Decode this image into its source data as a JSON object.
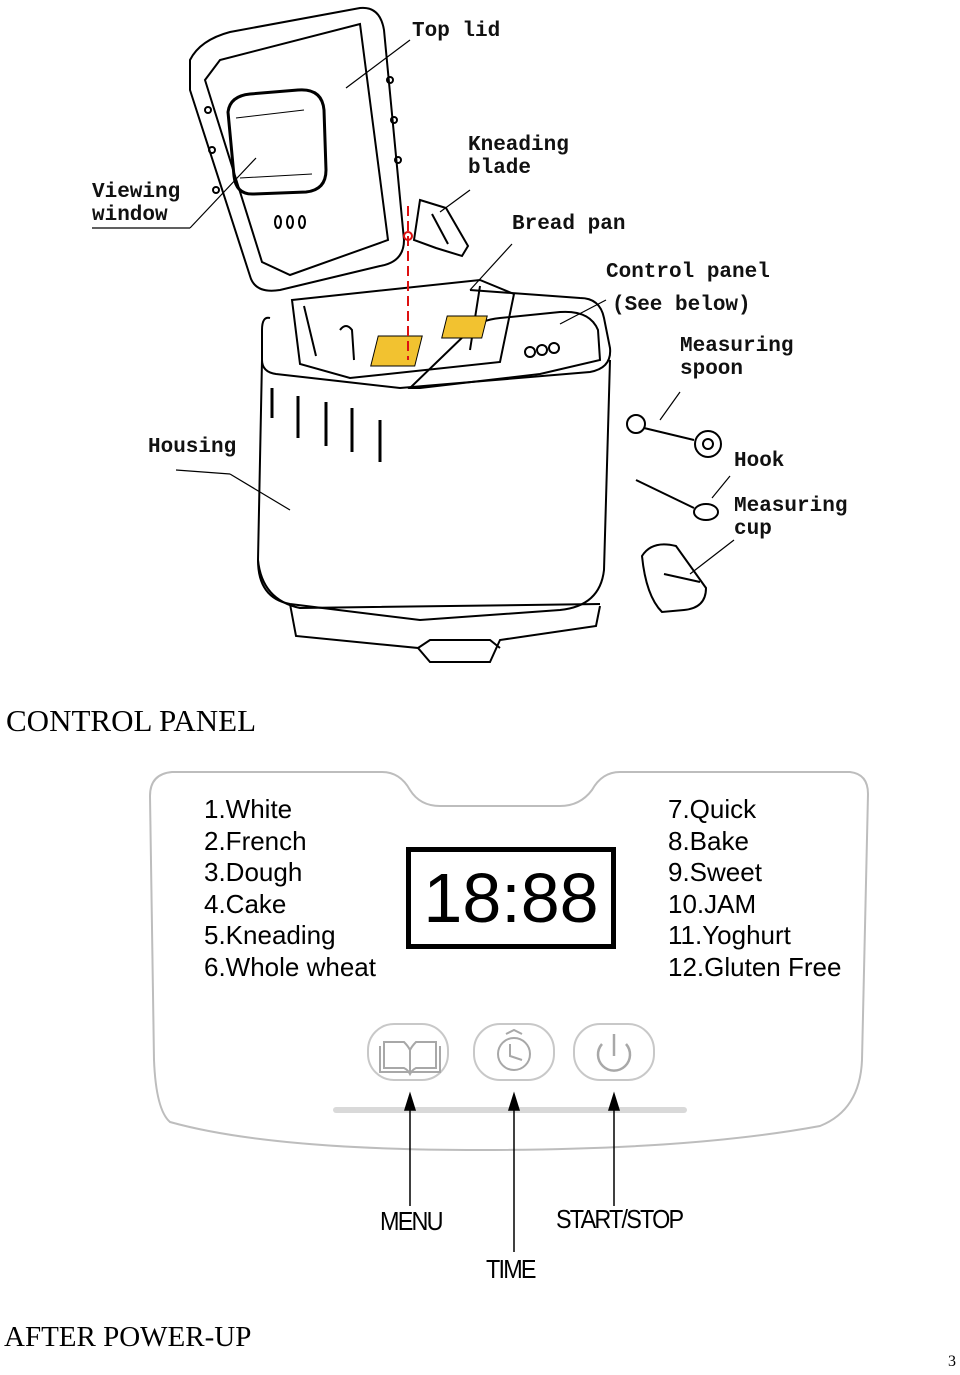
{
  "diagram": {
    "labels": {
      "top_lid": "Top lid",
      "kneading_blade_1": "Kneading",
      "kneading_blade_2": "blade",
      "viewing_window_1": "Viewing",
      "viewing_window_2": "window",
      "bread_pan": "Bread pan",
      "control_panel_1": "Control panel",
      "control_panel_2": "(See below)",
      "measuring_spoon_1": "Measuring",
      "measuring_spoon_2": "spoon",
      "housing": "Housing",
      "hook": "Hook",
      "measuring_cup_1": "Measuring",
      "measuring_cup_2": "cup"
    }
  },
  "control_panel": {
    "title": "CONTROL PANEL",
    "programs_left": [
      "1.White",
      "2.French",
      "3.Dough",
      "4.Cake",
      "5.Kneading",
      "6.Whole wheat"
    ],
    "programs_right": [
      "7.Quick",
      "8.Bake",
      "9.Sweet",
      "10.JAM",
      "11.Yoghurt",
      "12.Gluten Free"
    ],
    "display": "18:88",
    "buttons": {
      "menu": "MENU",
      "time": "TIME",
      "start_stop": "START/STOP"
    },
    "icons": [
      "book-icon",
      "clock-icon",
      "power-icon"
    ]
  },
  "after_power_up": "AFTER POWER-UP",
  "page_number": "3"
}
